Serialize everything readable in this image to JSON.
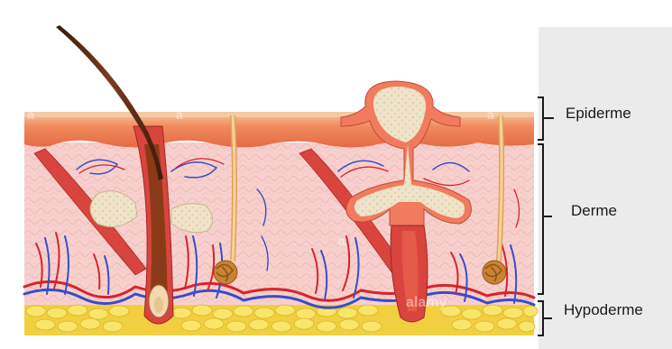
{
  "labels": {
    "epiderme": "Epiderme",
    "derme": "Derme",
    "hypoderme": "Hypoderme"
  },
  "watermark": "alamy",
  "colors": {
    "epidermis": "#f08a5d",
    "dermis": "#f6c9c6",
    "hypodermis_fat": "#f4d94a",
    "gland": "#efe2c8",
    "vein": "#3a4cc8",
    "artery": "#d8232a",
    "hair": "#5a2a14",
    "sidebar": "#ebebeb"
  },
  "icons": [
    "hair-follicle",
    "sebaceous-gland",
    "sweat-gland",
    "blood-vessel",
    "fat-lobule"
  ]
}
